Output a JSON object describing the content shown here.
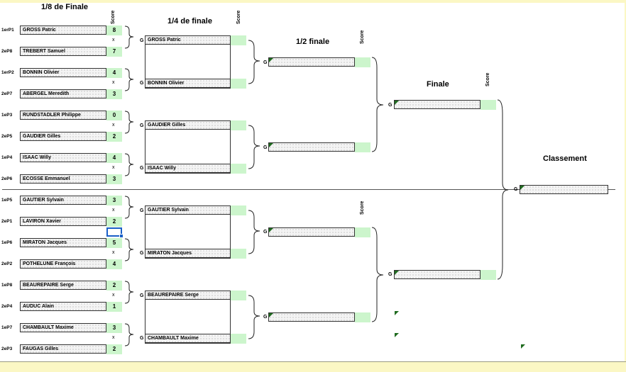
{
  "headers": {
    "r16": "1/8 de Finale",
    "qf": "1/4 de finale",
    "sf": "1/2 finale",
    "final": "Finale",
    "ranking": "Classement",
    "score": "Score"
  },
  "symbols": {
    "versus": "x",
    "winner": "G"
  },
  "r16": [
    {
      "seed_a": "1erP1",
      "name_a": "GROSS Patric",
      "score_a": "8",
      "seed_b": "2eP8",
      "name_b": "TREBERT Samuel",
      "score_b": "7"
    },
    {
      "seed_a": "1erP2",
      "name_a": "BONNIN Olivier",
      "score_a": "4",
      "seed_b": "2eP7",
      "name_b": "ABERGEL Meredith",
      "score_b": "3"
    },
    {
      "seed_a": "1eP3",
      "name_a": "RUNDSTADLER Philippe",
      "score_a": "0",
      "seed_b": "2eP5",
      "name_b": "GAUDIER Gilles",
      "score_b": "2"
    },
    {
      "seed_a": "1eP4",
      "name_a": "ISAAC Willy",
      "score_a": "4",
      "seed_b": "2eP6",
      "name_b": "ECOSSE Emmanuel",
      "score_b": "3"
    },
    {
      "seed_a": "1eP5",
      "name_a": "GAUTIER Sylvain",
      "score_a": "3",
      "seed_b": "2eP1",
      "name_b": "LAVIRON Xavier",
      "score_b": "2"
    },
    {
      "seed_a": "1eP6",
      "name_a": "MIRATON Jacques",
      "score_a": "5",
      "seed_b": "2eP2",
      "name_b": "POTHELUNE François",
      "score_b": "4"
    },
    {
      "seed_a": "1eP8",
      "name_a": "BEAUREPAIRE Serge",
      "score_a": "2",
      "seed_b": "2eP4",
      "name_b": "AUDUC Alain",
      "score_b": "1"
    },
    {
      "seed_a": "1eP7",
      "name_a": "CHAMBAULT Maxime",
      "score_a": "3",
      "seed_b": "2eP3",
      "name_b": "FAUGAS Gilles",
      "score_b": "2"
    }
  ],
  "qf": [
    {
      "name_a": "GROSS Patric",
      "name_b": "BONNIN Olivier"
    },
    {
      "name_a": "GAUDIER Gilles",
      "name_b": "ISAAC Willy"
    },
    {
      "name_a": "GAUTIER Sylvain",
      "name_b": "MIRATON Jacques"
    },
    {
      "name_a": "BEAUREPAIRE Serge",
      "name_b": "CHAMBAULT Maxime"
    }
  ],
  "sf": [
    {
      "name_a": "",
      "name_b": ""
    },
    {
      "name_a": "",
      "name_b": ""
    }
  ],
  "final": {
    "name_a": "",
    "name_b": ""
  },
  "ranking": {
    "winner": ""
  },
  "colors": {
    "score_bg": "#ccf5cc",
    "winner_flag": "#1f6b1f",
    "sheet_band": "#fbf7c4",
    "selection": "#1a5fc7"
  }
}
